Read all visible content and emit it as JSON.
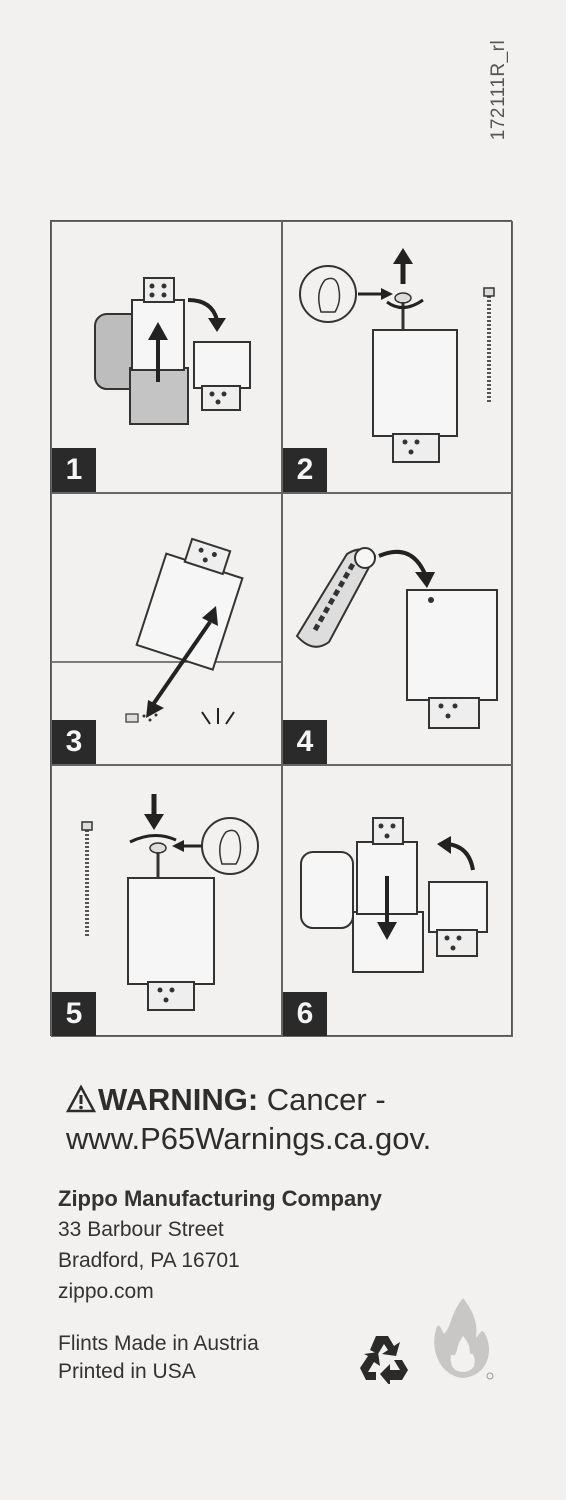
{
  "code": "172111R_rl",
  "steps": [
    "1",
    "2",
    "3",
    "4",
    "5",
    "6"
  ],
  "warning": {
    "label": "WARNING:",
    "text1": " Cancer -",
    "text2": "www.P65Warnings.ca.gov."
  },
  "company": {
    "name": "Zippo Manufacturing Company",
    "street": "33 Barbour Street",
    "city": "Bradford, PA 16701",
    "web": "zippo.com"
  },
  "origin": {
    "flints": "Flints Made in Austria",
    "printed": "Printed in USA"
  },
  "icons": [
    "warning-triangle-icon",
    "recycle-icon",
    "zippo-flame-logo-icon"
  ],
  "colors": {
    "background": "#f2f1ef",
    "ink": "#2a2a2a",
    "flame": "#c9c7c5"
  }
}
